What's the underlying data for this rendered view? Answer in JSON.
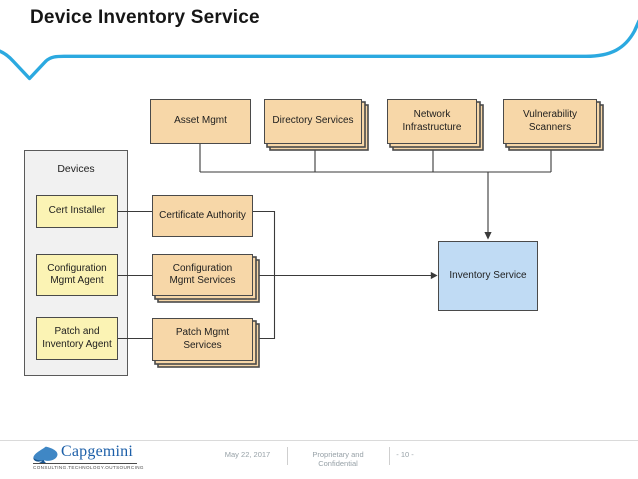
{
  "slide": {
    "title": "Device Inventory Service",
    "footer": {
      "brand": "Capgemini",
      "tagline": "CONSULTING.TECHNOLOGY.OUTSOURCING",
      "date": "May 22, 2017",
      "classification": "Proprietary and Confidential",
      "page": "- 10 -"
    }
  },
  "diagram": {
    "devices_group": {
      "label": "Devices"
    },
    "top_sources": [
      {
        "label": "Asset Mgmt",
        "stacked": false
      },
      {
        "label": "Directory Services",
        "stacked": true
      },
      {
        "label": "Network\nInfrastructure",
        "stacked": true
      },
      {
        "label": "Vulnerability\nScanners",
        "stacked": true
      }
    ],
    "device_agents": [
      {
        "label": "Cert Installer"
      },
      {
        "label": "Configuration\nMgmt Agent"
      },
      {
        "label": "Patch and\nInventory Agent"
      }
    ],
    "services": [
      {
        "label": "Certificate Authority",
        "stacked": false
      },
      {
        "label": "Configuration\nMgmt Services",
        "stacked": true
      },
      {
        "label": "Patch Mgmt\nServices",
        "stacked": true
      }
    ],
    "target": {
      "label": "Inventory Service"
    }
  },
  "colors": {
    "accent_swoosh": "#2BA9E0",
    "source_fill": "#F7D7A8",
    "agent_fill": "#FBF3B4",
    "target_fill": "#C0DBF4",
    "group_fill": "#F1F1F1",
    "connector": "#3a3a3a",
    "brand_blue": "#1C5FA8"
  }
}
